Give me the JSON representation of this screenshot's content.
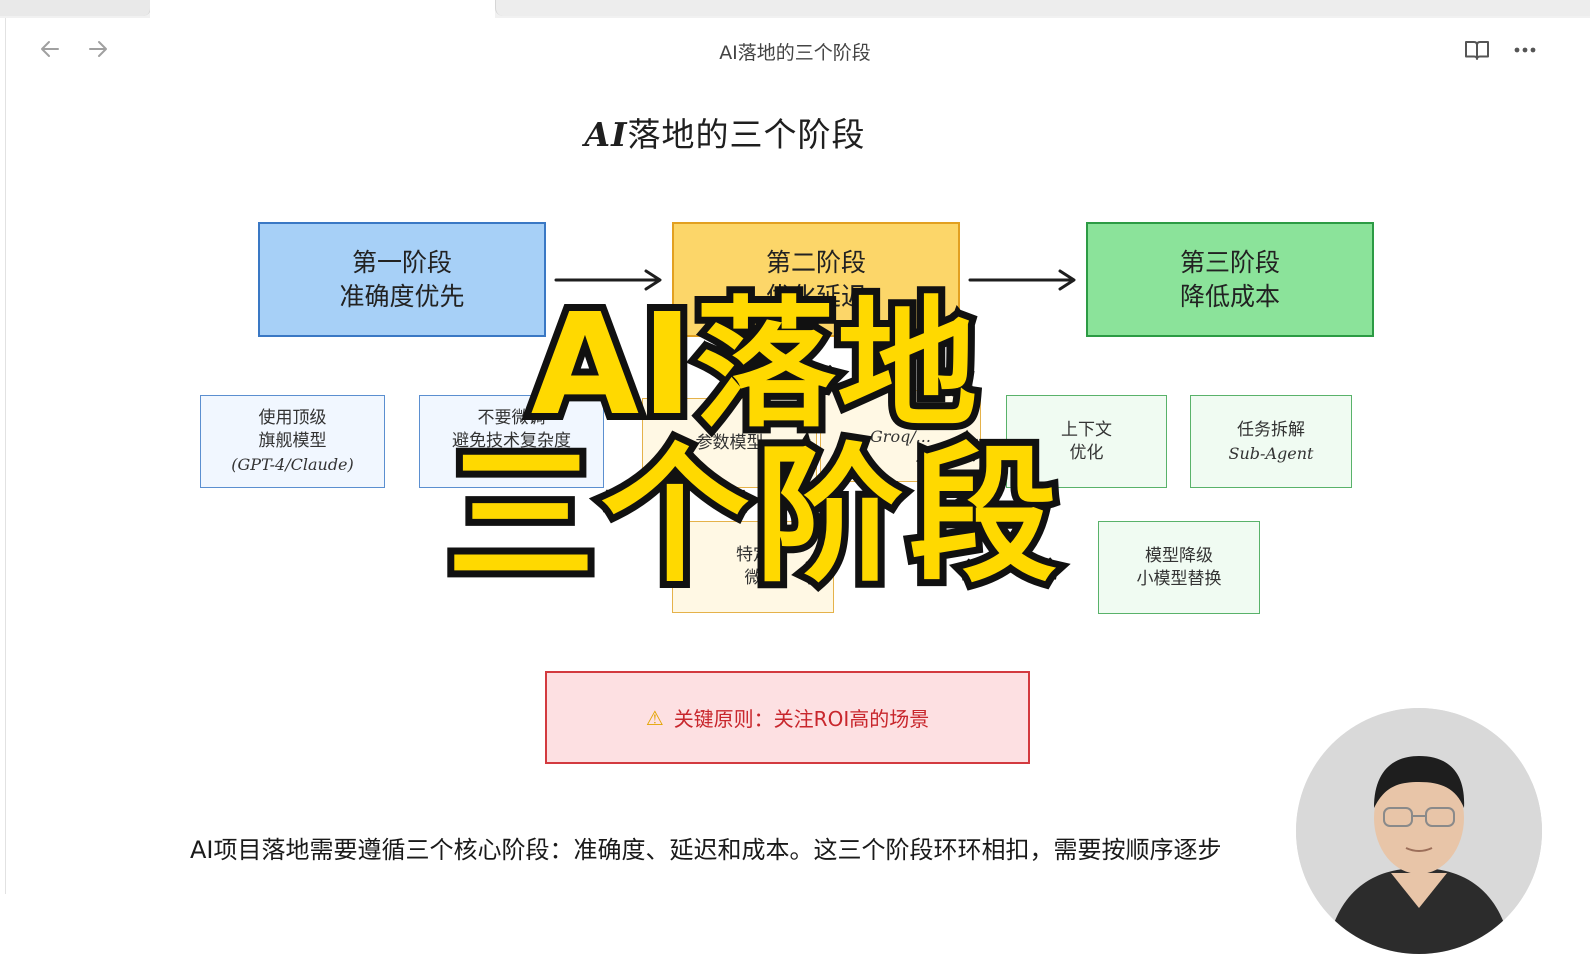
{
  "window": {
    "title": "AI落地的三个阶段"
  },
  "toolbar": {
    "back_icon": "arrow-left-icon",
    "forward_icon": "arrow-right-icon",
    "reader_icon": "book-open-icon",
    "more_icon": "more-horizontal-icon"
  },
  "diagram": {
    "title_ai": "AI",
    "title_rest": "落地的三个阶段",
    "stages": [
      {
        "line1": "第一阶段",
        "line2": "准确度优先",
        "color": "#a7d0f7"
      },
      {
        "line1": "第二阶段",
        "line2": "优化延迟",
        "color": "#fcd669"
      },
      {
        "line1": "第三阶段",
        "line2": "降低成本",
        "color": "#8be39a"
      }
    ],
    "stage1_items": [
      {
        "lines": [
          "使用顶级",
          "旗舰模型",
          "(GPT-4/Claude)"
        ]
      },
      {
        "lines": [
          "不要微调",
          "避免技术复杂度",
          "叠加"
        ]
      }
    ],
    "stage2_items": [
      {
        "lines": [
          "参数模型"
        ]
      },
      {
        "lines": [
          "Groq/..."
        ]
      },
      {
        "lines": [
          "特定",
          "微"
        ]
      }
    ],
    "stage3_items": [
      {
        "lines": [
          "上下文",
          "优化"
        ]
      },
      {
        "lines": [
          "任务拆解",
          "Sub-Agent"
        ]
      },
      {
        "lines": [
          "模型降级",
          "小模型替换"
        ]
      }
    ],
    "principle": "关键原则：关注ROI高的场景",
    "principle_icon": "warning-icon"
  },
  "body_text": "AI项目落地需要遵循三个核心阶段：准确度、延迟和成本。这三个阶段环环相扣，需要按顺序逐步",
  "overlay": {
    "line1": "AI落地",
    "line2": "三个阶段",
    "fill_color": "#ffd900",
    "stroke_color": "#111111"
  },
  "webcam": {
    "icon": "presenter-avatar"
  }
}
